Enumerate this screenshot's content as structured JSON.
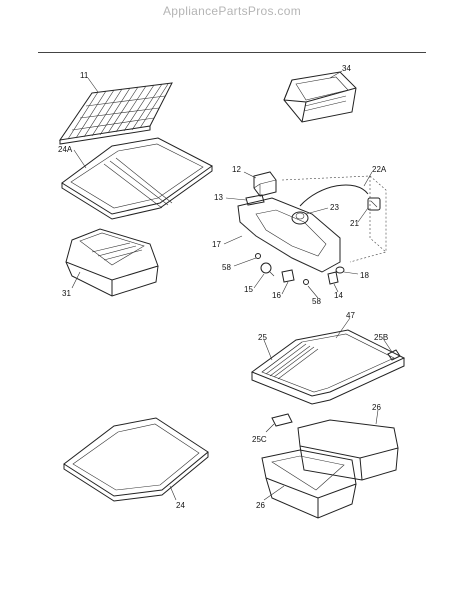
{
  "header": {
    "watermark": "AppliancePartsPros.com"
  },
  "callouts": {
    "c11": "11",
    "c34": "34",
    "c24A": "24A",
    "c12": "12",
    "c22A": "22A",
    "c13": "13",
    "c23": "23",
    "c21": "21",
    "c17": "17",
    "c58a": "58",
    "c18": "18",
    "c15": "15",
    "c16": "16",
    "c58b": "58",
    "c14": "14",
    "c31": "31",
    "c47": "47",
    "c25": "25",
    "c25B": "25B",
    "c26a": "26",
    "c25C": "25C",
    "c24": "24",
    "c26b": "26"
  }
}
